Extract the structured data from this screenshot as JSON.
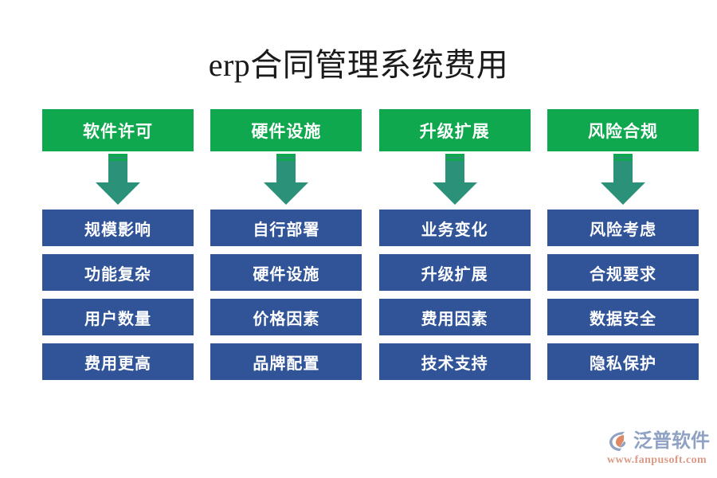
{
  "page": {
    "title": "erp合同管理系统费用",
    "background_color": "#ffffff"
  },
  "colors": {
    "header_green": "#10a84e",
    "item_blue": "#315499",
    "arrow_teal": "#2b9178",
    "arrow_top_green": "#10a84e",
    "title_text": "#1a1a1a",
    "logo_text": "#8fa2c4",
    "logo_url": "#d99a86",
    "logo_mark_accent": "#e08a64"
  },
  "columns": [
    {
      "header": "软件许可",
      "arrow_icon": "down-arrow-icon",
      "items": [
        "规模影响",
        "功能复杂",
        "用户数量",
        "费用更高"
      ]
    },
    {
      "header": "硬件设施",
      "arrow_icon": "down-arrow-icon",
      "items": [
        "自行部署",
        "硬件设施",
        "价格因素",
        "品牌配置"
      ]
    },
    {
      "header": "升级扩展",
      "arrow_icon": "down-arrow-icon",
      "items": [
        "业务变化",
        "升级扩展",
        "费用因素",
        "技术支持"
      ]
    },
    {
      "header": "风险合规",
      "arrow_icon": "down-arrow-icon",
      "items": [
        "风险考虑",
        "合规要求",
        "数据安全",
        "隐私保护"
      ]
    }
  ],
  "logo": {
    "name": "泛普软件",
    "url": "www.fanpusoft.com",
    "mark_icon": "fanpu-swoosh-logo-icon"
  }
}
